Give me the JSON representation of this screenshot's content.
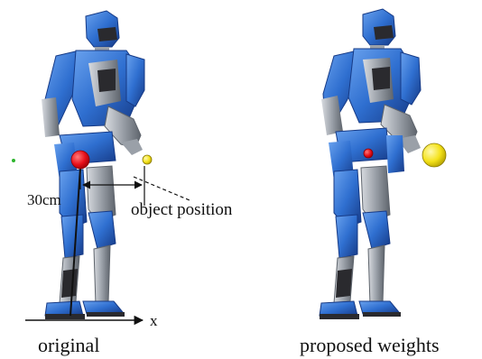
{
  "figure": {
    "left_panel": {
      "caption": "original",
      "distance_label": "30cm",
      "object_label": "object position",
      "axis_label": "x"
    },
    "right_panel": {
      "caption": "proposed weights"
    }
  },
  "colors": {
    "robot_blue": "#2f6fd0",
    "robot_dark_blue": "#1a3f8f",
    "robot_gray": "#9aa0a8",
    "robot_dark": "#2a2a2e",
    "red_marker": "#e8101a",
    "yellow_marker": "#f4e21a",
    "ink": "#111111",
    "green_dot": "#2db52d"
  }
}
